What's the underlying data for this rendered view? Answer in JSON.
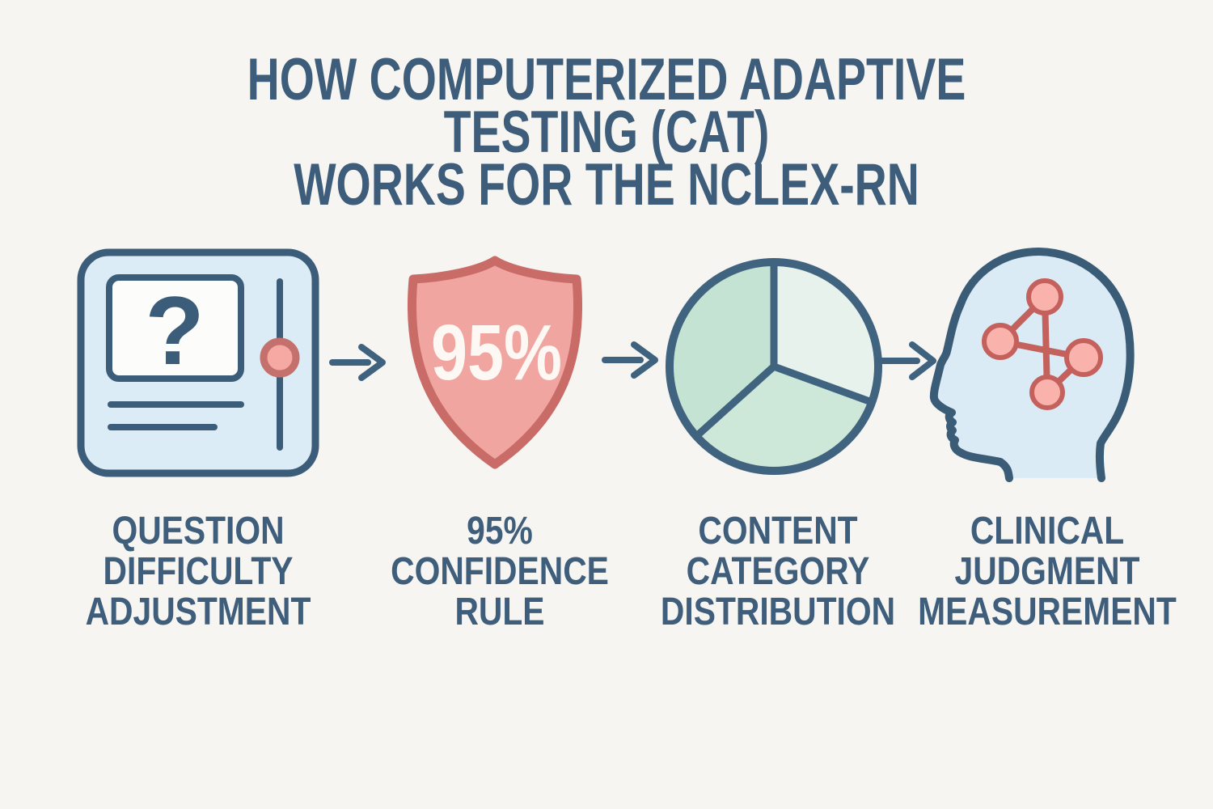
{
  "title": {
    "line1": "HOW COMPUTERIZED ADAPTIVE TESTING (CAT)",
    "line2": "WORKS FOR THE NCLEX-RN"
  },
  "steps": [
    {
      "name": "question-difficulty-adjustment",
      "icon": "question-panel-slider-icon",
      "icon_glyph": "?",
      "label_lines": [
        "QUESTION",
        "DIFFICULTY",
        "ADJUSTMENT"
      ]
    },
    {
      "name": "confidence-rule",
      "icon": "shield-icon",
      "icon_value": "95%",
      "label_lines": [
        "95%",
        "CONFIDENCE",
        "RULE"
      ]
    },
    {
      "name": "content-category-distribution",
      "icon": "pie-chart-icon",
      "pie_segments": 3,
      "label_lines": [
        "CONTENT",
        "CATEGORY",
        "DISTRIBUTION"
      ]
    },
    {
      "name": "clinical-judgment-measurement",
      "icon": "head-profile-network-icon",
      "network_nodes": 4,
      "label_lines": [
        "CLINICAL",
        "JUDGMENT",
        "MEASUREMENT"
      ]
    }
  ],
  "connectors": [
    "right-arrow",
    "right-arrow",
    "right-arrow"
  ],
  "palette": {
    "background": "#f6f5f2",
    "dark_blue": "#3d5d7a",
    "light_blue_fill": "#dcecf6",
    "card_white": "#fcfcfa",
    "pink_fill": "#f1a5a0",
    "pink_stroke": "#c96b67",
    "node_pink": "#f9b3ac",
    "green_pale": "#e8f2ec",
    "green_mid": "#c5e3d3",
    "green_mid2": "#cde7d8",
    "value_text_white": "#fdf8f4"
  }
}
